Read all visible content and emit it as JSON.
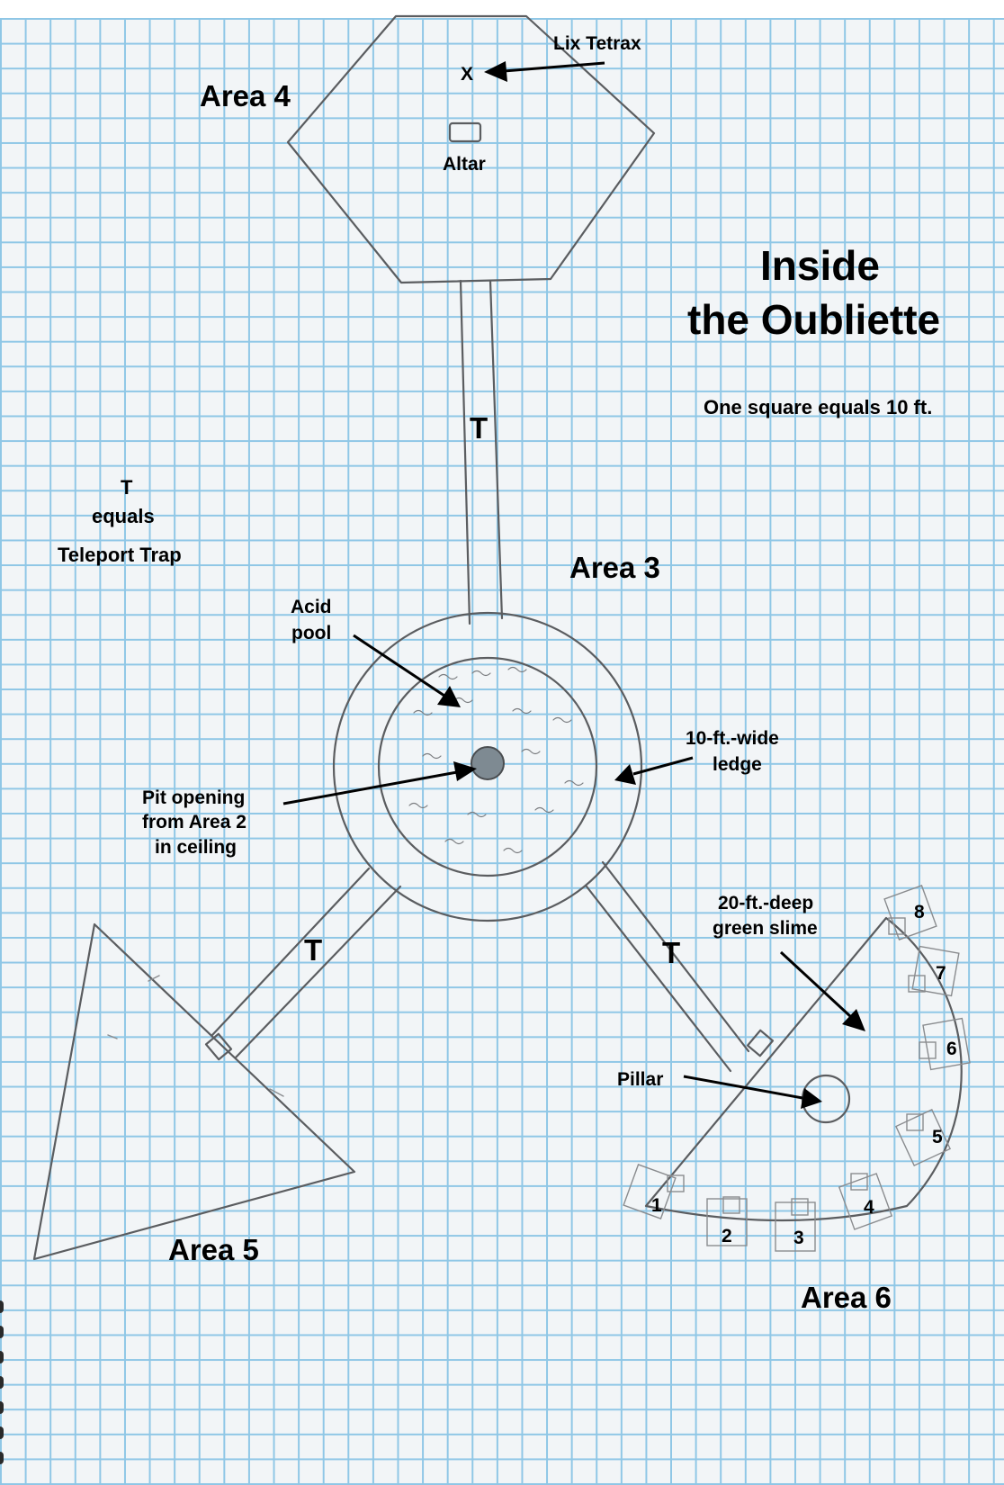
{
  "title": {
    "line1": "Inside",
    "line2": "the Oubliette"
  },
  "scale_note": "One square equals 10 ft.",
  "legend": {
    "symbol": "T",
    "word": "equals",
    "meaning": "Teleport Trap"
  },
  "areas": {
    "area4": "Area 4",
    "area3": "Area 3",
    "area5": "Area 5",
    "area6": "Area 6"
  },
  "features": {
    "lix_tetrax": "Lix Tetrax",
    "x_mark": "X",
    "altar": "Altar",
    "acid_pool": {
      "line1": "Acid",
      "line2": "pool"
    },
    "pit": {
      "line1": "Pit opening",
      "line2": "from Area 2",
      "line3": "in ceiling"
    },
    "ledge": {
      "line1": "10-ft.-wide",
      "line2": "ledge"
    },
    "slime": {
      "line1": "20-ft.-deep",
      "line2": "green slime"
    },
    "pillar": "Pillar"
  },
  "traps": {
    "north": "T",
    "southwest": "T",
    "southeast": "T"
  },
  "cells": [
    "1",
    "2",
    "3",
    "4",
    "5",
    "6",
    "7",
    "8"
  ],
  "colors": {
    "grid": "#8fc7e6",
    "paper": "#f2f5f7",
    "pencil": "#5b5d60",
    "ink": "#000000"
  }
}
